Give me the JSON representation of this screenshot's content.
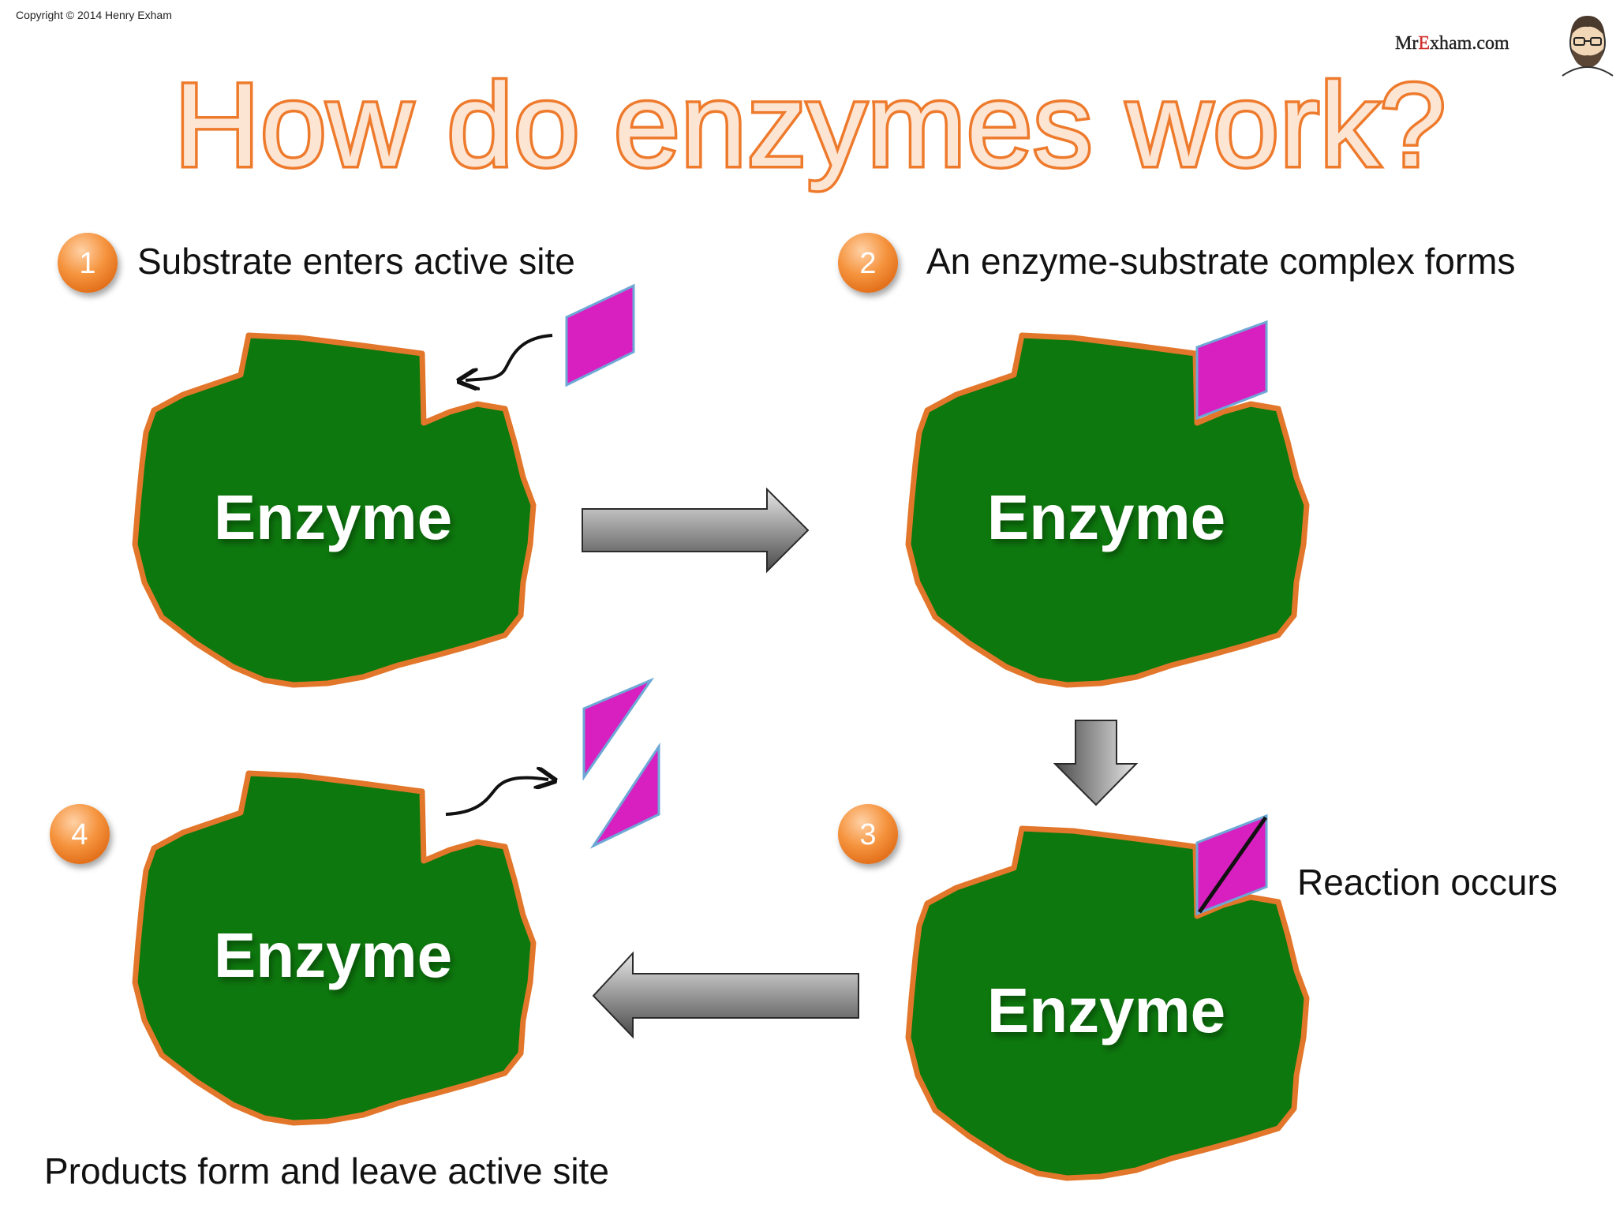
{
  "copyright": "Copyright © 2014 Henry Exham",
  "brand": {
    "prefix": "Mr",
    "middle": "E",
    "suffix": "xham.com"
  },
  "title": "How do enzymes work?",
  "colors": {
    "title_fill": "#fde5d4",
    "title_stroke": "#ee7a2c",
    "enzyme_fill": "#0d780d",
    "enzyme_stroke": "#e2772b",
    "substrate_fill": "#d81fc0",
    "substrate_stroke": "#6da8d6",
    "badge_fill": "#f07f2a",
    "arrow_dark": "#4a4a4a",
    "arrow_light": "#e6e6e6"
  },
  "steps": [
    {
      "number": "1",
      "caption": "Substrate enters active site"
    },
    {
      "number": "2",
      "caption": "An enzyme-substrate complex forms"
    },
    {
      "number": "3",
      "caption": "Reaction occurs"
    },
    {
      "number": "4",
      "caption": "Products form and leave active site"
    }
  ],
  "enzyme_label": "Enzyme"
}
